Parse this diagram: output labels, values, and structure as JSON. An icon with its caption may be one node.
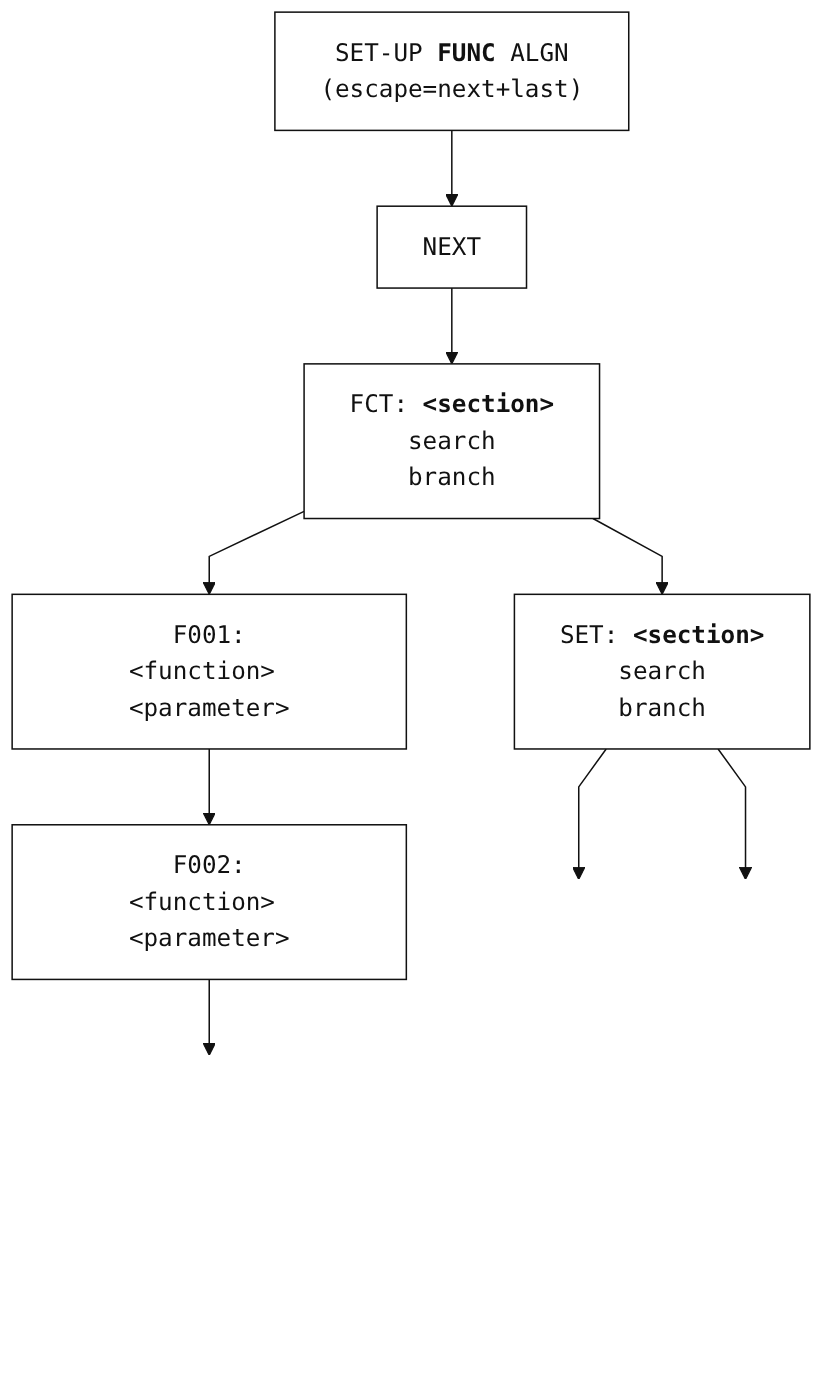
{
  "diagram": {
    "nodes": [
      {
        "text": [
          "SET-UP **FUNC** ALGN",
          "(escape=next+last)"
        ]
      },
      {
        "text": [
          "NEXT"
        ]
      },
      {
        "text": [
          "FCT: **<section>**",
          "search",
          "branch"
        ]
      },
      {
        "text": [
          "F001:",
          "<function> <parameter>"
        ]
      },
      {
        "text": [
          "F002:",
          "<function> <parameter>"
        ]
      },
      {
        "text": [
          "SET: **<section>**",
          "search",
          "branch"
        ]
      }
    ],
    "edges": [
      {
        "from": 0,
        "to": 1,
        "arrow": "to"
      },
      {
        "from": 1,
        "to": 2,
        "arrow": "to"
      },
      {
        "from": 2,
        "to": 3,
        "arrow": "to"
      },
      {
        "from": 3,
        "to": 4,
        "arrow": "to"
      },
      {
        "from": 4,
        "to": null,
        "arrow": "to"
      },
      {
        "from": 2,
        "to": 5,
        "arrow": "to"
      },
      {
        "from": 5,
        "to": null,
        "arrow": "to"
      },
      {
        "from": 5,
        "to": null,
        "arrow": "to"
      }
    ]
  }
}
